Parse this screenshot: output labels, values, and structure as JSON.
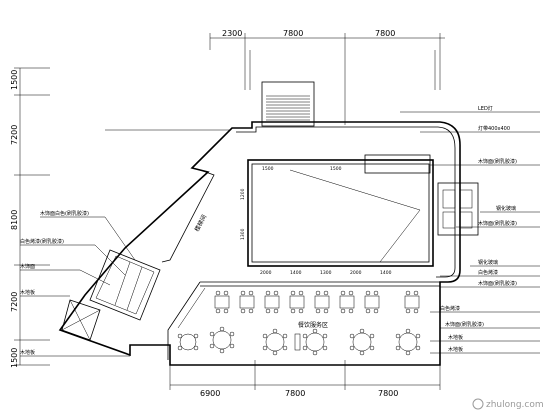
{
  "top_dims": [
    "2300",
    "7800",
    "7800"
  ],
  "bottom_dims": [
    "6900",
    "7800",
    "7800"
  ],
  "left_dims": [
    "1500",
    "7200",
    "8100",
    "7200",
    "1500"
  ],
  "atrium_top_dims": [
    "1500",
    "1500"
  ],
  "atrium_left_dims": [
    "1200",
    "1300"
  ],
  "atrium_bottom_dims": [
    "2000",
    "1400",
    "1300",
    "2000",
    "1400"
  ],
  "room_label": "餐饮服务区",
  "stair_label": "楼梯间",
  "left_labels": [
    "木饰面白色(刷乳胶漆)",
    "白色烤漆(刷乳胶漆)",
    "木饰面",
    "木地板",
    "木地板"
  ],
  "right_labels": [
    "LED灯",
    "灯带400x400",
    "木饰面(刷乳胶漆)",
    "钢化玻璃",
    "木饰面(刷乳胶漆)",
    "钢化玻璃",
    "白色烤漆",
    "木饰面(刷乳胶漆)",
    "白色烤漆",
    "木饰面(刷乳胶漆)",
    "木地板",
    "木地板"
  ],
  "watermark": "zhulong.com"
}
